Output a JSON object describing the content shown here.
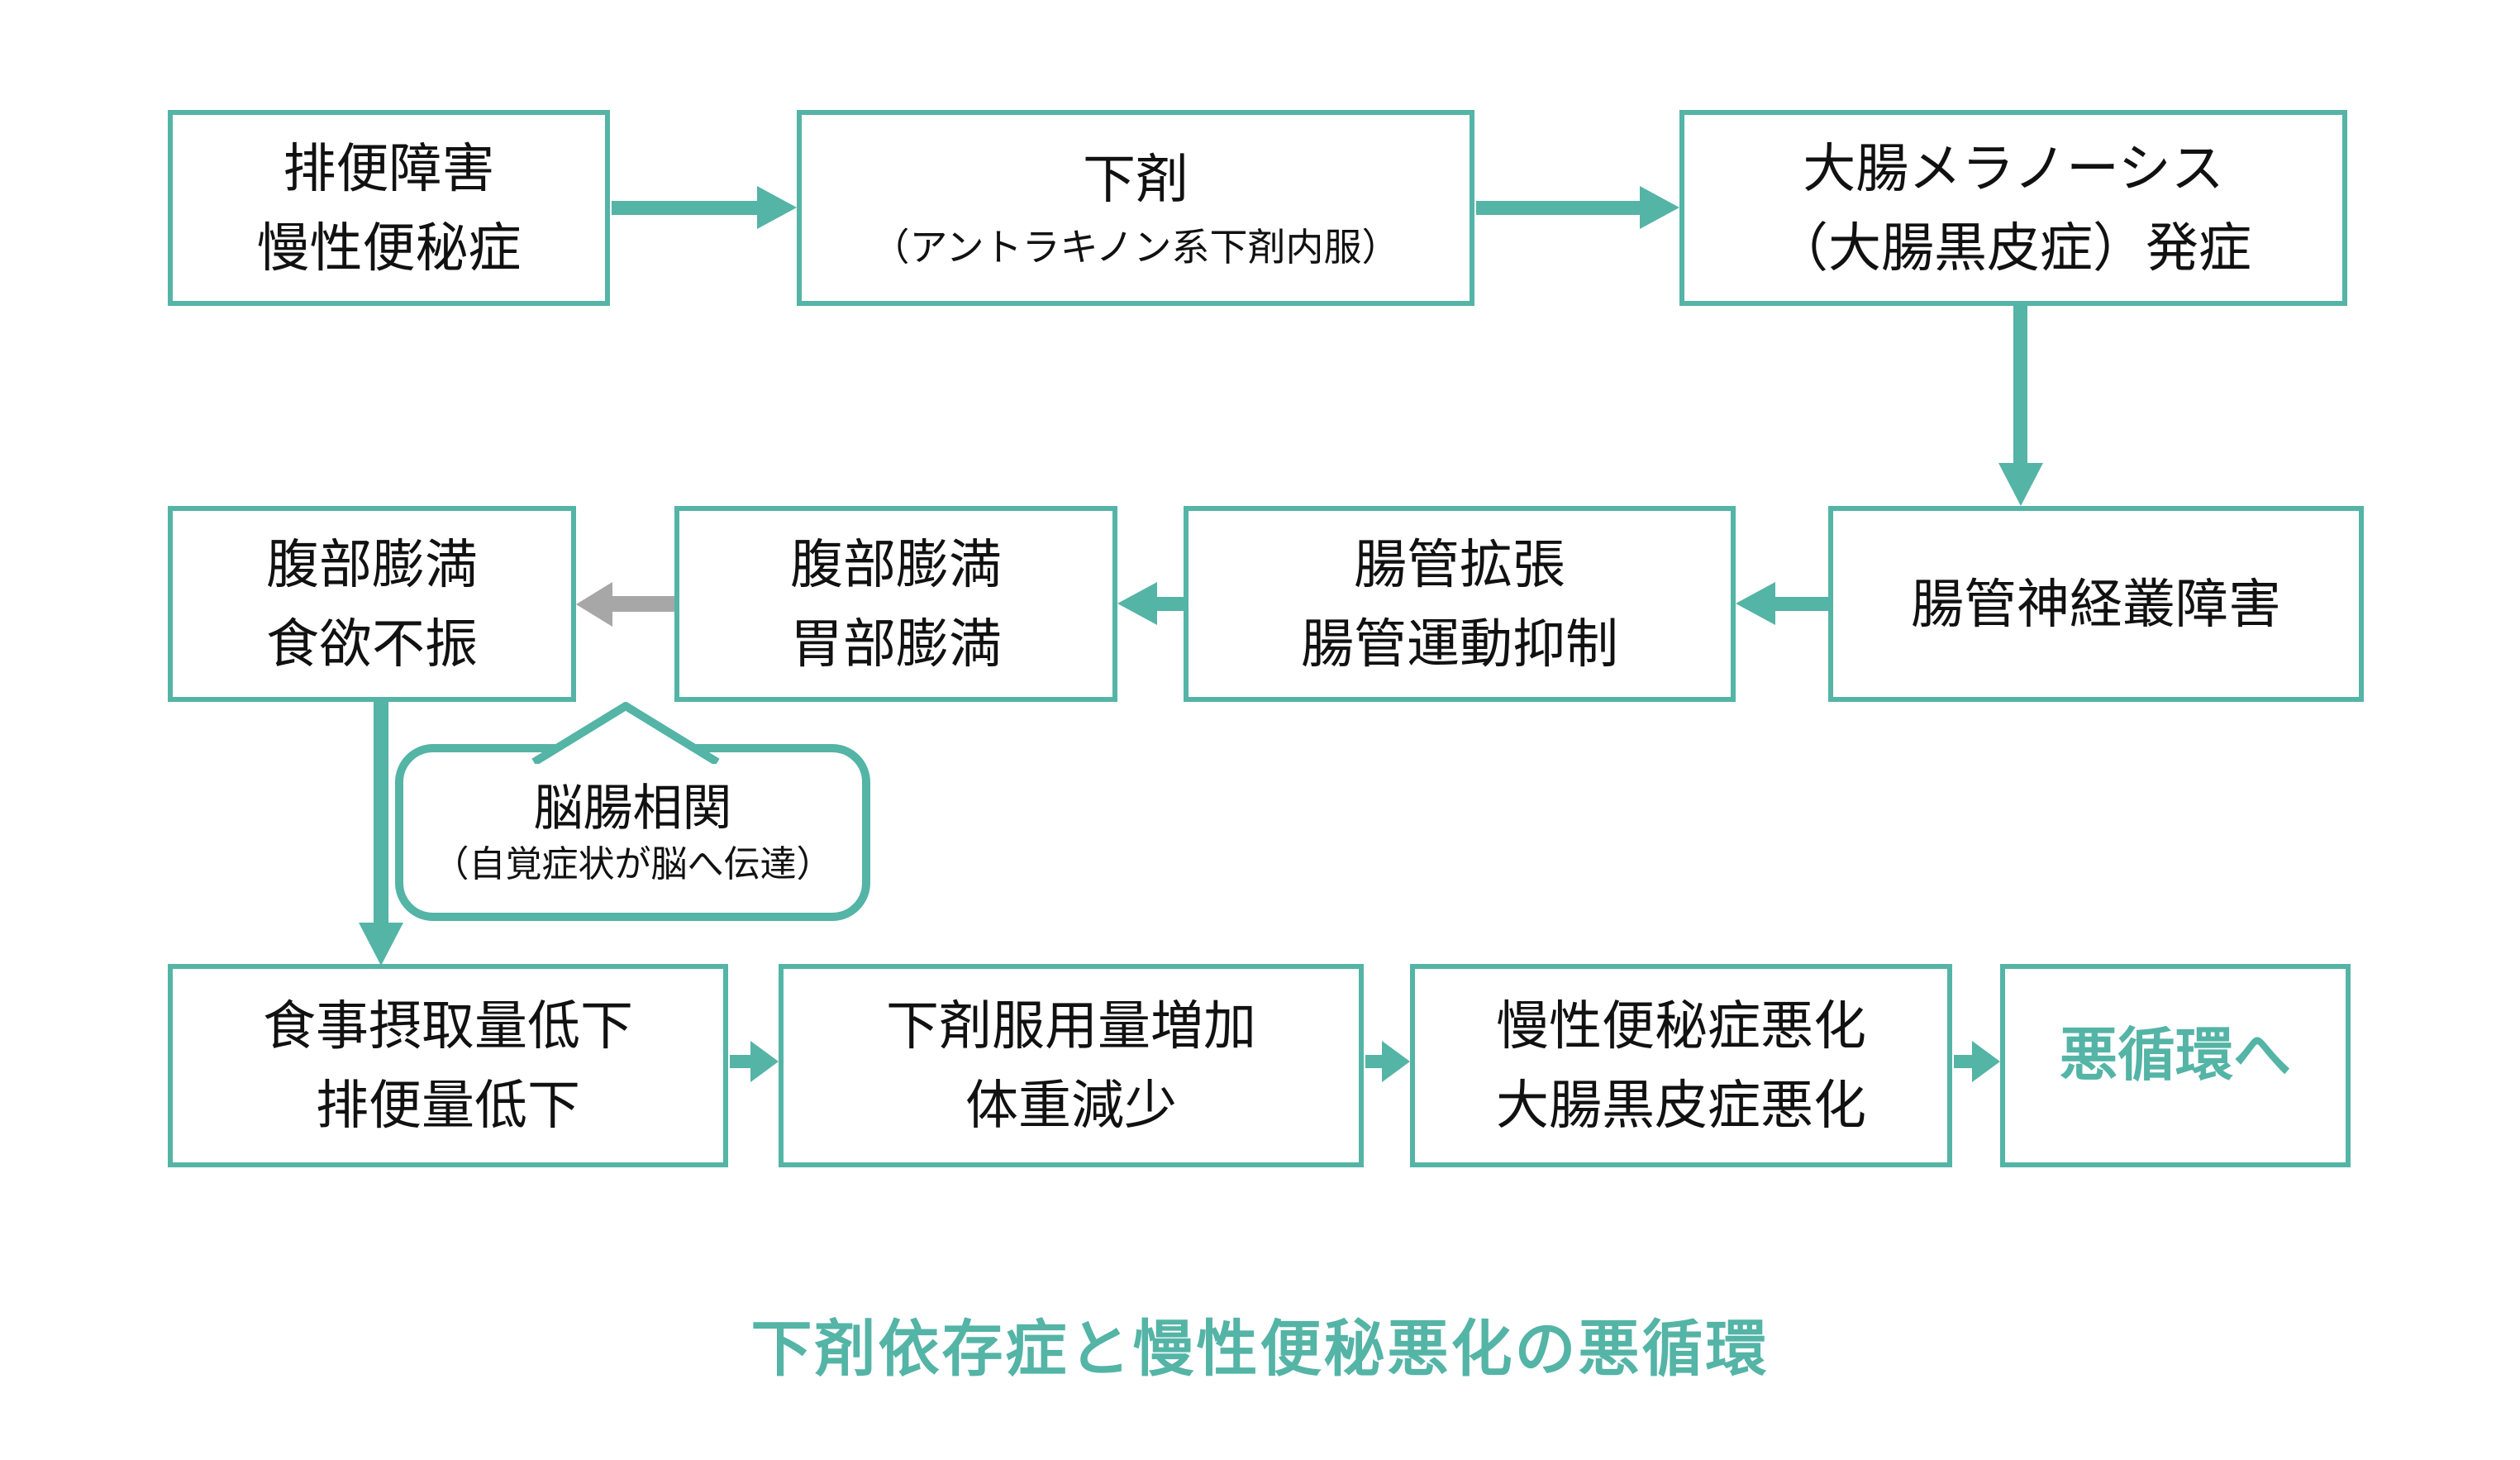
{
  "diagram": {
    "title": "下剤依存症と慢性便秘悪化の悪循環",
    "colors": {
      "accent_teal": "#54b4a6",
      "arrow_gray": "#a7a7a7",
      "text": "#111111",
      "background": "#ffffff"
    },
    "nodes": {
      "defecation_disorder": {
        "line1": "排便障害",
        "line2": "慢性便秘症"
      },
      "laxative": {
        "line1": "下剤",
        "line2": "（アントラキノン系下剤内服）"
      },
      "melanosis": {
        "line1": "大腸メラノーシス",
        "line2": "（大腸黒皮症）発症"
      },
      "nerve_plexus": {
        "line1": "腸管神経叢障害"
      },
      "dilation": {
        "line1": "腸管拡張",
        "line2": "腸管運動抑制"
      },
      "abdominal_gastric": {
        "line1": "腹部膨満",
        "line2": "胃部膨満"
      },
      "abdominal_appetite": {
        "line1": "腹部膨満",
        "line2": "食欲不振"
      },
      "intake_decrease": {
        "line1": "食事摂取量低下",
        "line2": "排便量低下"
      },
      "laxative_increase": {
        "line1": "下剤服用量増加",
        "line2": "体重減少"
      },
      "worsening": {
        "line1": "慢性便秘症悪化",
        "line2": "大腸黒皮症悪化"
      },
      "vicious_cycle": {
        "line1": "悪循環へ"
      }
    },
    "bubble": {
      "line1": "脳腸相関",
      "line2": "（自覚症状が脳へ伝達）"
    },
    "edges": [
      {
        "from": "defecation_disorder",
        "to": "laxative",
        "color": "teal"
      },
      {
        "from": "laxative",
        "to": "melanosis",
        "color": "teal"
      },
      {
        "from": "melanosis",
        "to": "nerve_plexus",
        "color": "teal"
      },
      {
        "from": "nerve_plexus",
        "to": "dilation",
        "color": "teal"
      },
      {
        "from": "dilation",
        "to": "abdominal_gastric",
        "color": "teal"
      },
      {
        "from": "abdominal_gastric",
        "to": "abdominal_appetite",
        "color": "gray"
      },
      {
        "from": "abdominal_appetite",
        "to": "intake_decrease",
        "color": "teal"
      },
      {
        "from": "intake_decrease",
        "to": "laxative_increase",
        "color": "teal"
      },
      {
        "from": "laxative_increase",
        "to": "worsening",
        "color": "teal"
      },
      {
        "from": "worsening",
        "to": "vicious_cycle",
        "color": "teal"
      }
    ]
  }
}
